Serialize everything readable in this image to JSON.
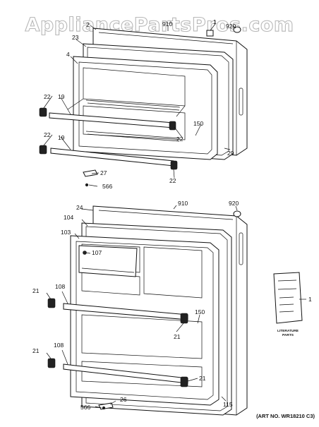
{
  "watermark": "AppliancePartsPros.com",
  "art_number": "(ART NO. WR18210 C3)",
  "literature_label": [
    "LITERATURE",
    "PARTS"
  ],
  "top_door": {
    "labels": {
      "p2": "2",
      "p910": "910",
      "p1": "1",
      "p920": "920",
      "p23": "23",
      "p4": "4",
      "p22a": "22",
      "p19a": "19",
      "p150": "150",
      "p22b": "22",
      "p22c": "22",
      "p19b": "19",
      "p29": "29",
      "p22d": "22",
      "p27": "27",
      "p566": "566"
    }
  },
  "bottom_door": {
    "labels": {
      "p24": "24",
      "p910": "910",
      "p920": "920",
      "p104": "104",
      "p103": "103",
      "p107": "107",
      "p21a": "21",
      "p108a": "108",
      "p150": "150",
      "p21b": "21",
      "p21c": "21",
      "p108b": "108",
      "p21d": "21",
      "p115": "115",
      "p566": "566",
      "p26": "26",
      "p1": "1"
    }
  }
}
